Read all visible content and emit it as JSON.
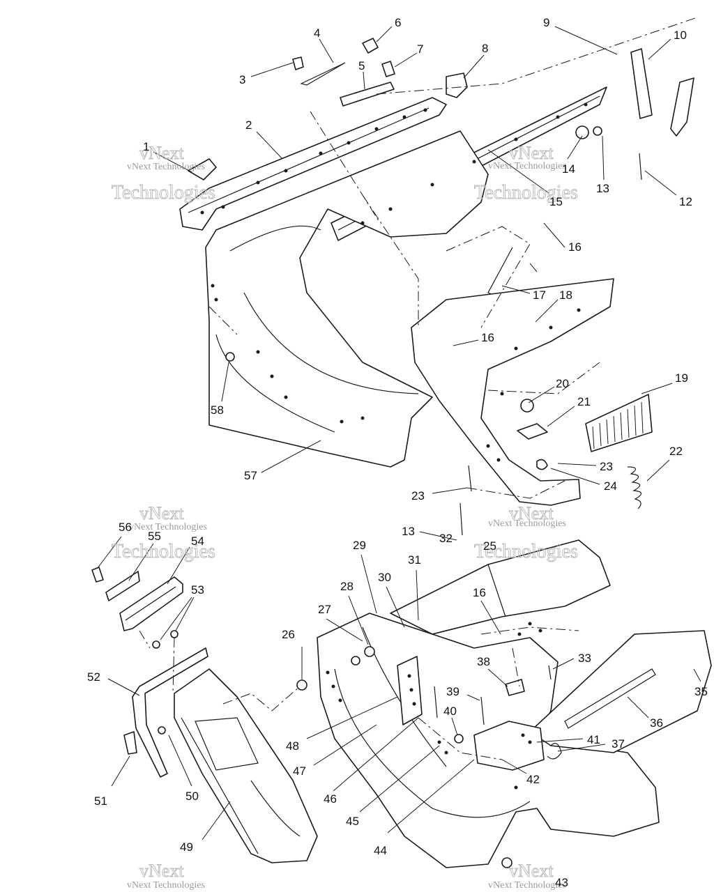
{
  "watermark": {
    "line1": "vNext",
    "line2": "Technologies",
    "small": "vNext Technologies"
  },
  "callouts": [
    "1",
    "2",
    "3",
    "4",
    "5",
    "6",
    "7",
    "8",
    "9",
    "10",
    "12",
    "13",
    "13",
    "14",
    "15",
    "16",
    "16",
    "16",
    "17",
    "18",
    "19",
    "20",
    "21",
    "22",
    "23",
    "23",
    "24",
    "25",
    "26",
    "27",
    "28",
    "29",
    "30",
    "31",
    "32",
    "33",
    "35",
    "36",
    "37",
    "38",
    "39",
    "40",
    "41",
    "42",
    "43",
    "44",
    "45",
    "46",
    "47",
    "48",
    "49",
    "50",
    "51",
    "52",
    "53",
    "54",
    "55",
    "56",
    "57",
    "58"
  ]
}
